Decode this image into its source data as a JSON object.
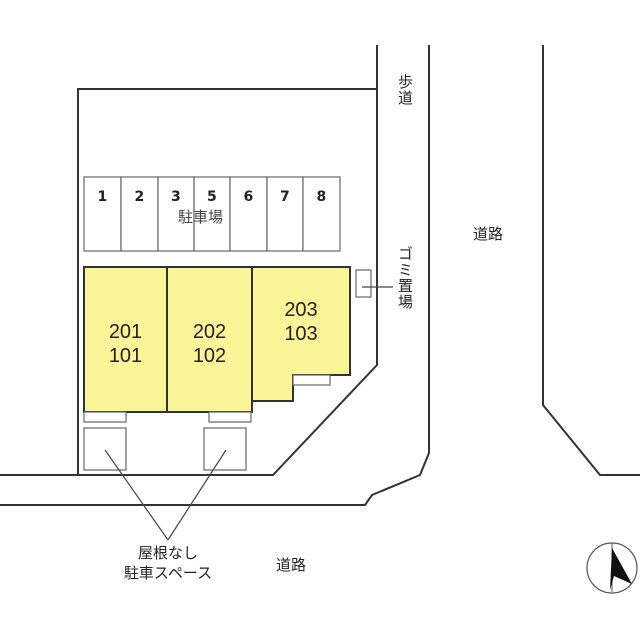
{
  "parking_lot_label": "駐車場",
  "parking_slots": [
    "1",
    "2",
    "3",
    "5",
    "6",
    "7",
    "8"
  ],
  "units": [
    {
      "upper": "201",
      "lower": "101"
    },
    {
      "upper": "202",
      "lower": "102"
    },
    {
      "upper": "203",
      "lower": "103"
    }
  ],
  "sidewalk_label": "歩道",
  "garbage_label": "ゴミ置場",
  "road_right_label": "道路",
  "road_bottom_label": "道路",
  "uncovered_parking_label": [
    "屋根なし",
    "駐車スペース"
  ],
  "unit_color": "#fbf59a",
  "compass_icon": "north-arrow-icon"
}
